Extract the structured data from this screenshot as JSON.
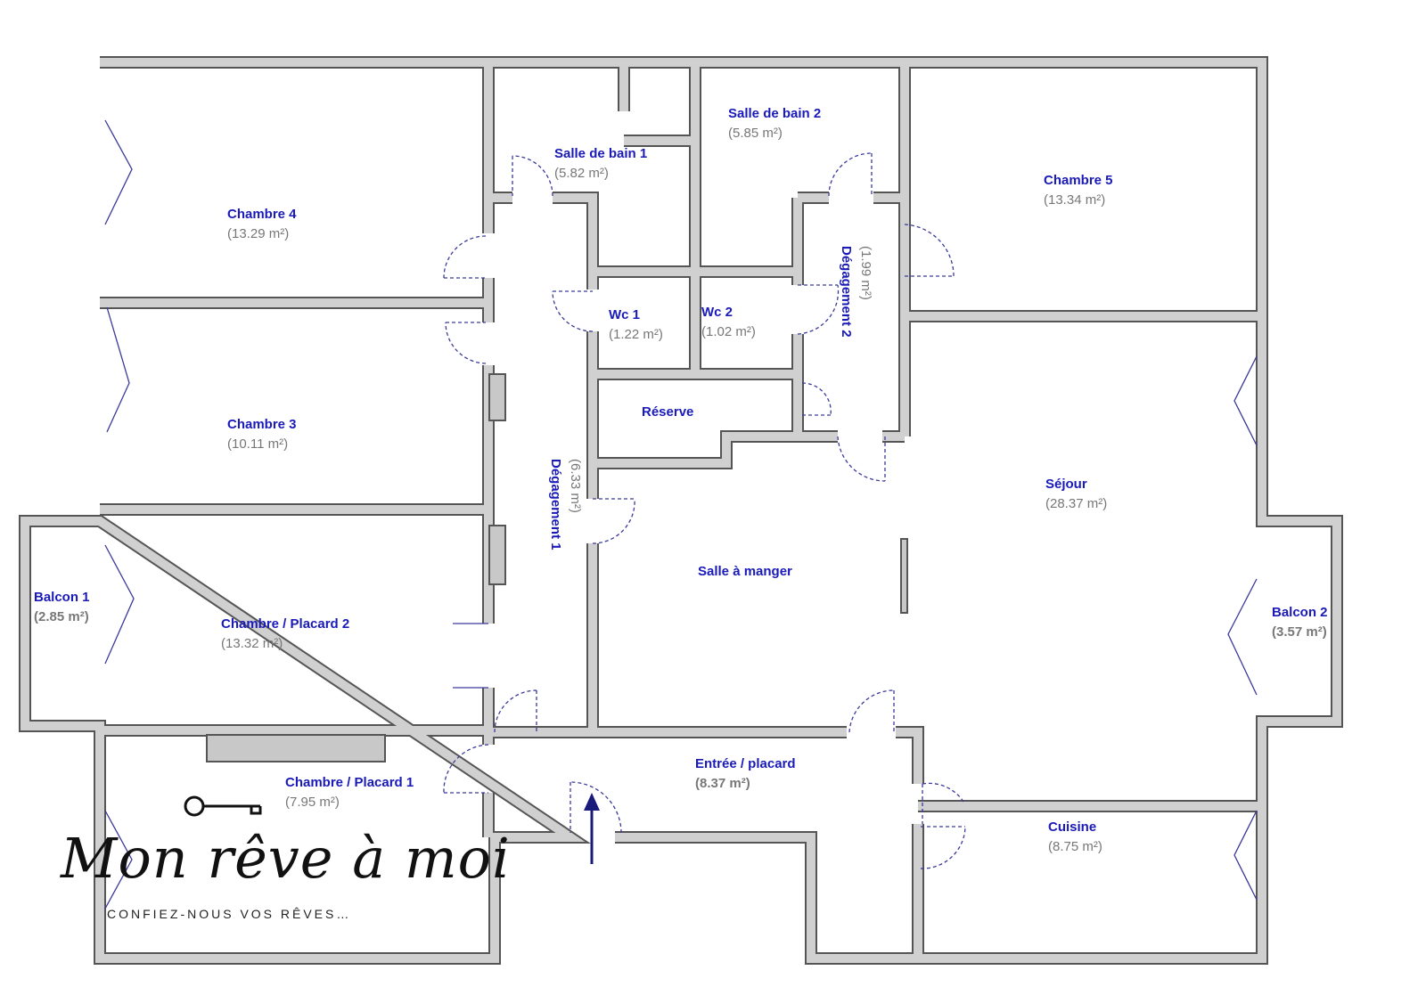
{
  "rooms": {
    "chambre4": {
      "name": "Chambre 4",
      "area": "(13.29 m²)"
    },
    "chambre3": {
      "name": "Chambre 3",
      "area": "(10.11 m²)"
    },
    "chambre_placard2": {
      "name": "Chambre / Placard 2",
      "area": "(13.32 m²)"
    },
    "chambre_placard1": {
      "name": "Chambre / Placard 1",
      "area": "(7.95 m²)"
    },
    "balcon1": {
      "name": "Balcon 1",
      "area": "(2.85 m²)"
    },
    "sdb1": {
      "name": "Salle de bain 1",
      "area": "(5.82 m²)"
    },
    "sdb2": {
      "name": "Salle de bain 2",
      "area": "(5.85 m²)"
    },
    "wc1": {
      "name": "Wc 1",
      "area": "(1.22 m²)"
    },
    "wc2": {
      "name": "Wc 2",
      "area": "(1.02 m²)"
    },
    "degagement2": {
      "name": "Dégagement 2",
      "area": "(1.99 m²)"
    },
    "degagement1": {
      "name": "Dégagement 1",
      "area": "(6.33 m²)"
    },
    "reserve": {
      "name": "Réserve"
    },
    "chambre5": {
      "name": "Chambre 5",
      "area": "(13.34 m²)"
    },
    "sejour": {
      "name": "Séjour",
      "area": "(28.37 m²)"
    },
    "salle_a_manger": {
      "name": "Salle à manger"
    },
    "balcon2": {
      "name": "Balcon 2",
      "area": "(3.57 m²)"
    },
    "entree": {
      "name": "Entrée / placard",
      "area": "(8.37 m²)"
    },
    "cuisine": {
      "name": "Cuisine",
      "area": "(8.75 m²)"
    }
  },
  "logo": {
    "script": "Mon rêve à moi",
    "tagline": "CONFIEZ-NOUS VOS RÊVES…"
  },
  "colors": {
    "label": "#1a1ab8",
    "wall": "#d0d0d0",
    "wall_outline": "#555555",
    "door": "#3a3a9a"
  }
}
